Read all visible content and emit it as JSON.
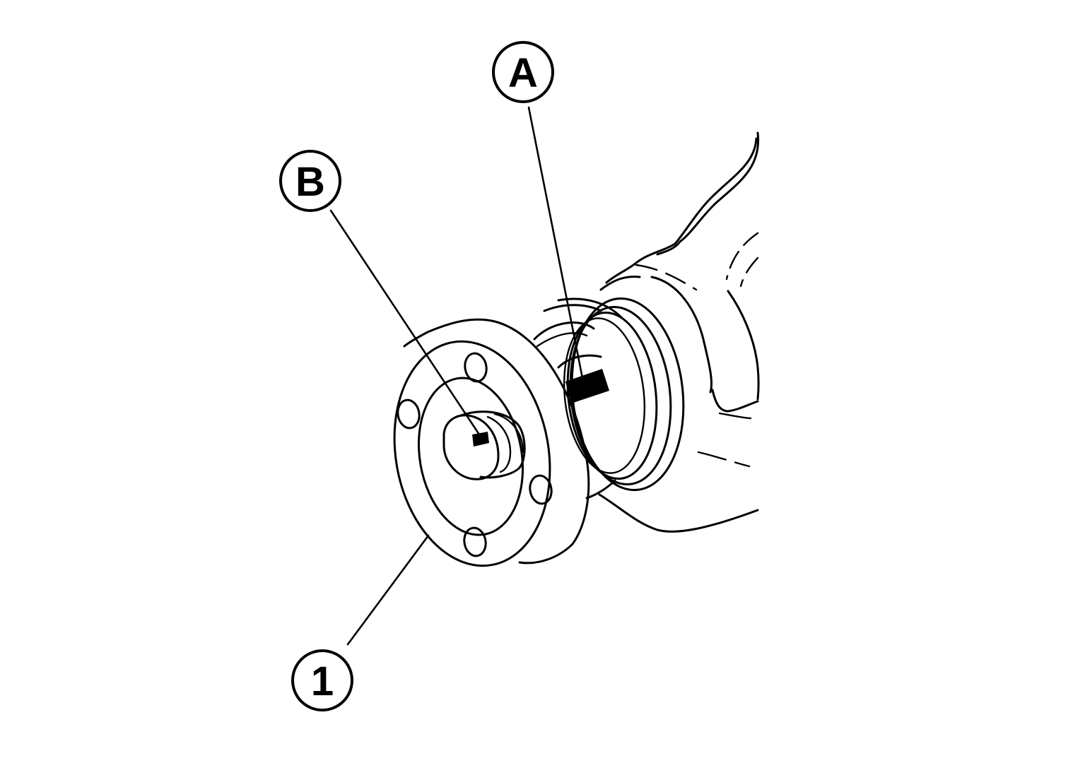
{
  "callouts": {
    "a": {
      "label": "A"
    },
    "b": {
      "label": "B"
    },
    "one": {
      "label": "1"
    }
  },
  "colors": {
    "line": "#000000",
    "background": "#ffffff"
  }
}
